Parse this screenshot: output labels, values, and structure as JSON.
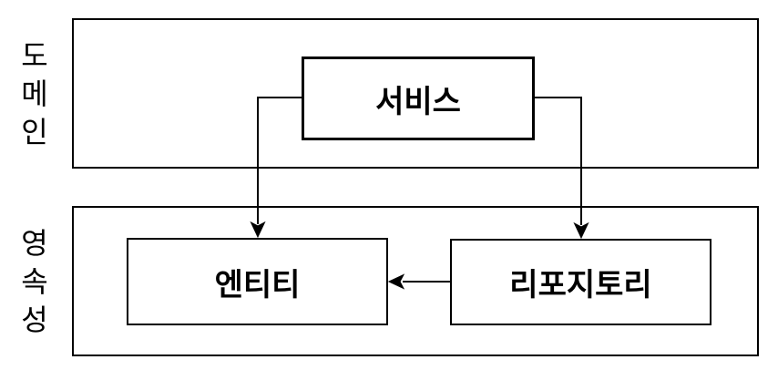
{
  "diagram": {
    "type": "layered-architecture",
    "colors": {
      "background": "#ffffff",
      "stroke": "#000000",
      "text": "#000000"
    },
    "layers": [
      {
        "label": "도메인"
      },
      {
        "label": "영속성"
      }
    ],
    "nodes": [
      {
        "label": "서비스",
        "layer": "도메인"
      },
      {
        "label": "엔티티",
        "layer": "영속성"
      },
      {
        "label": "리포지토리",
        "layer": "영속성"
      }
    ],
    "edges": [
      {
        "from": "서비스",
        "to": "엔티티",
        "style": "solid-arrow"
      },
      {
        "from": "서비스",
        "to": "리포지토리",
        "style": "solid-arrow"
      },
      {
        "from": "리포지토리",
        "to": "엔티티",
        "style": "solid-arrow"
      }
    ]
  }
}
